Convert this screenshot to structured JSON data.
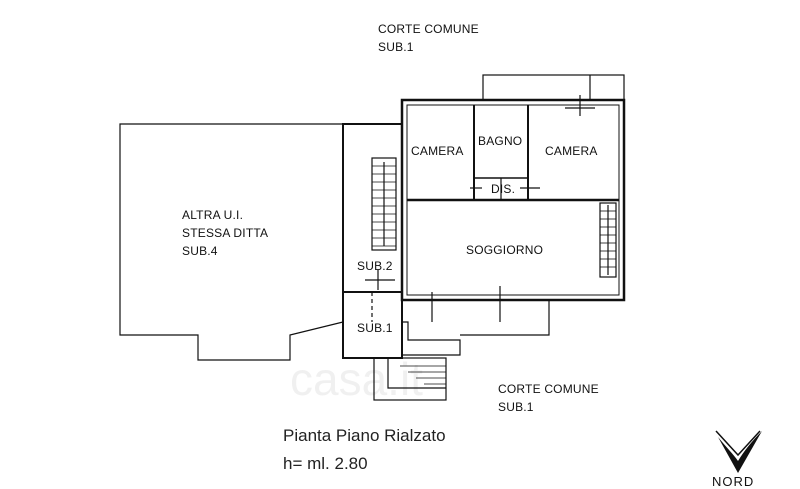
{
  "labels": {
    "corte_top_line1": "CORTE COMUNE",
    "corte_top_line2": "SUB.1",
    "corte_bottom_line1": "CORTE COMUNE",
    "corte_bottom_line2": "SUB.1",
    "altra_line1": "ALTRA U.I.",
    "altra_line2": "STESSA DITTA",
    "altra_line3": "SUB.4",
    "camera_left": "CAMERA",
    "bagno": "BAGNO",
    "camera_right": "CAMERA",
    "dis": "DIS.",
    "soggiorno": "SOGGIORNO",
    "sub2": "SUB.2",
    "sub1": "SUB.1"
  },
  "caption": {
    "title": "Pianta Piano Rialzato",
    "height": "h= ml. 2.80"
  },
  "north": {
    "label": "NORD"
  },
  "watermark": {
    "text": "casa.it"
  },
  "colors": {
    "line": "#111111",
    "background": "#ffffff"
  }
}
